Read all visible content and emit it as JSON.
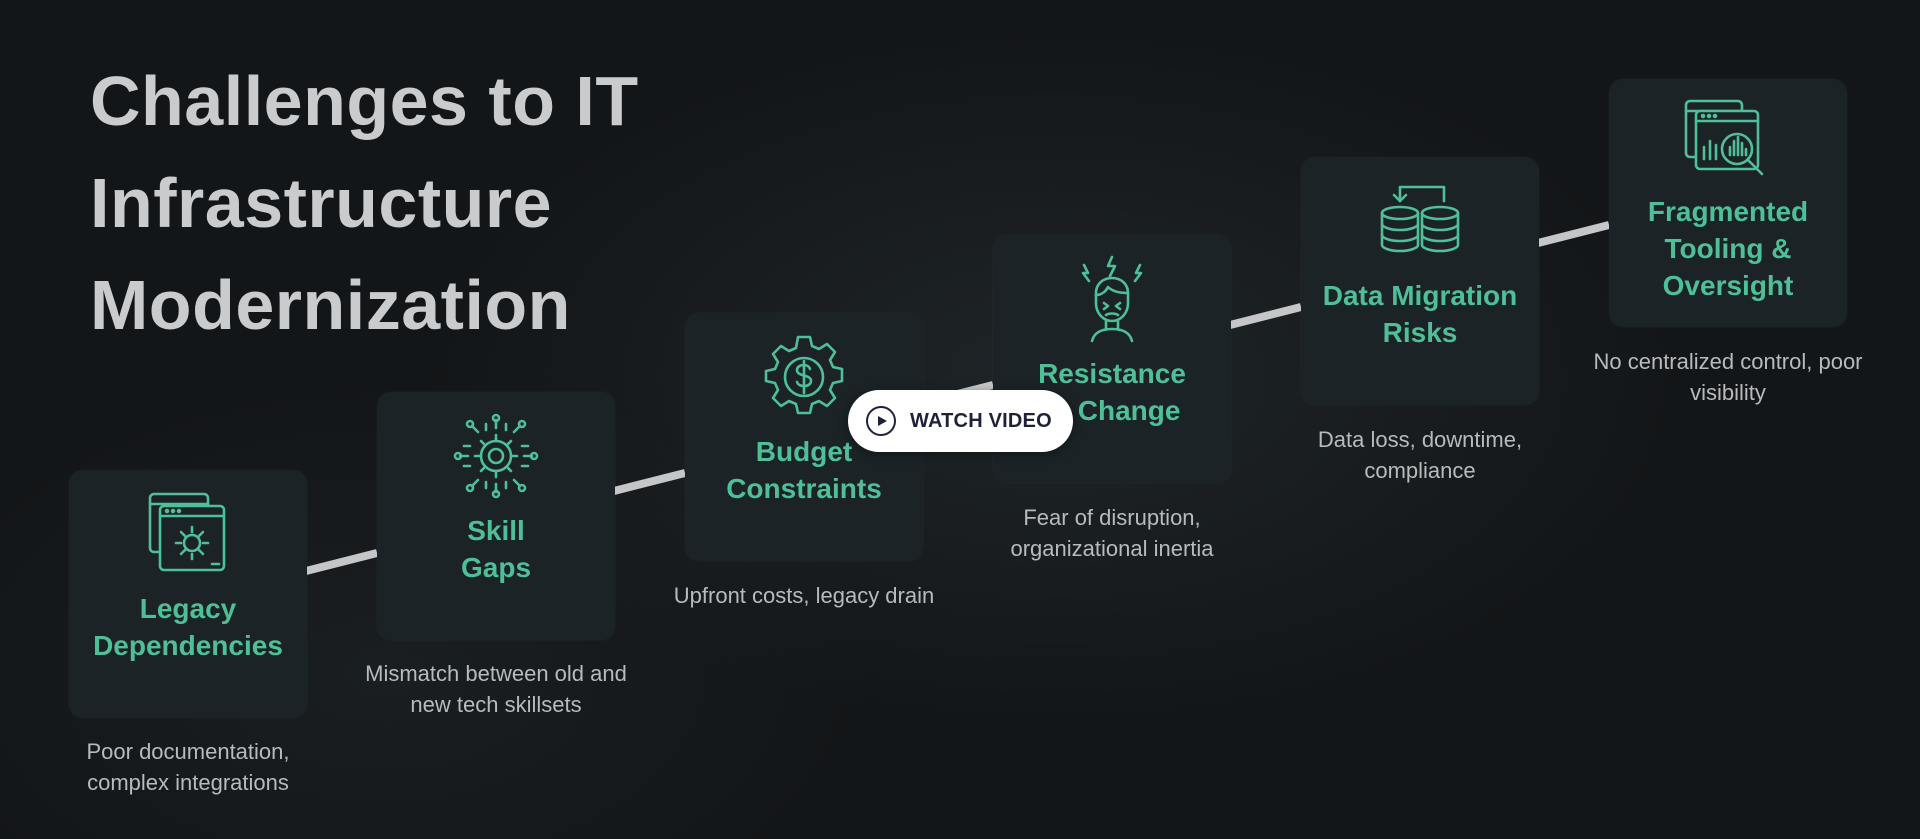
{
  "title": {
    "line1": "Challenges to IT Infrastructure",
    "line2": "Modernization"
  },
  "steps": [
    {
      "label": "Legacy Dependencies",
      "description": "Poor documentation, complex integrations",
      "icon": "legacy-window-gear-icon"
    },
    {
      "label": "Skill Gaps",
      "description": "Mismatch between old and new tech skillsets",
      "icon": "circuit-gear-icon"
    },
    {
      "label": "Budget Constraints",
      "description": "Upfront costs, legacy drain",
      "icon": "dollar-gear-icon"
    },
    {
      "label": "Resistance to Change",
      "description": "Fear of disruption, organizational inertia",
      "icon": "stressed-person-icon"
    },
    {
      "label": "Data Migration Risks",
      "description": "Data loss, downtime, compliance",
      "icon": "database-migration-icon"
    },
    {
      "label": "Fragmented Tooling & Oversight",
      "description": "No centralized control, poor visibility",
      "icon": "analytics-search-icon"
    }
  ],
  "video_button": {
    "label": "WATCH VIDEO",
    "icon": "play-icon"
  },
  "colors": {
    "background": "#131618",
    "card": "#1b2326",
    "accent": "#4fbf98",
    "title": "#c9cbcd",
    "description": "#b8babc",
    "connector": "#c4c6c8"
  }
}
